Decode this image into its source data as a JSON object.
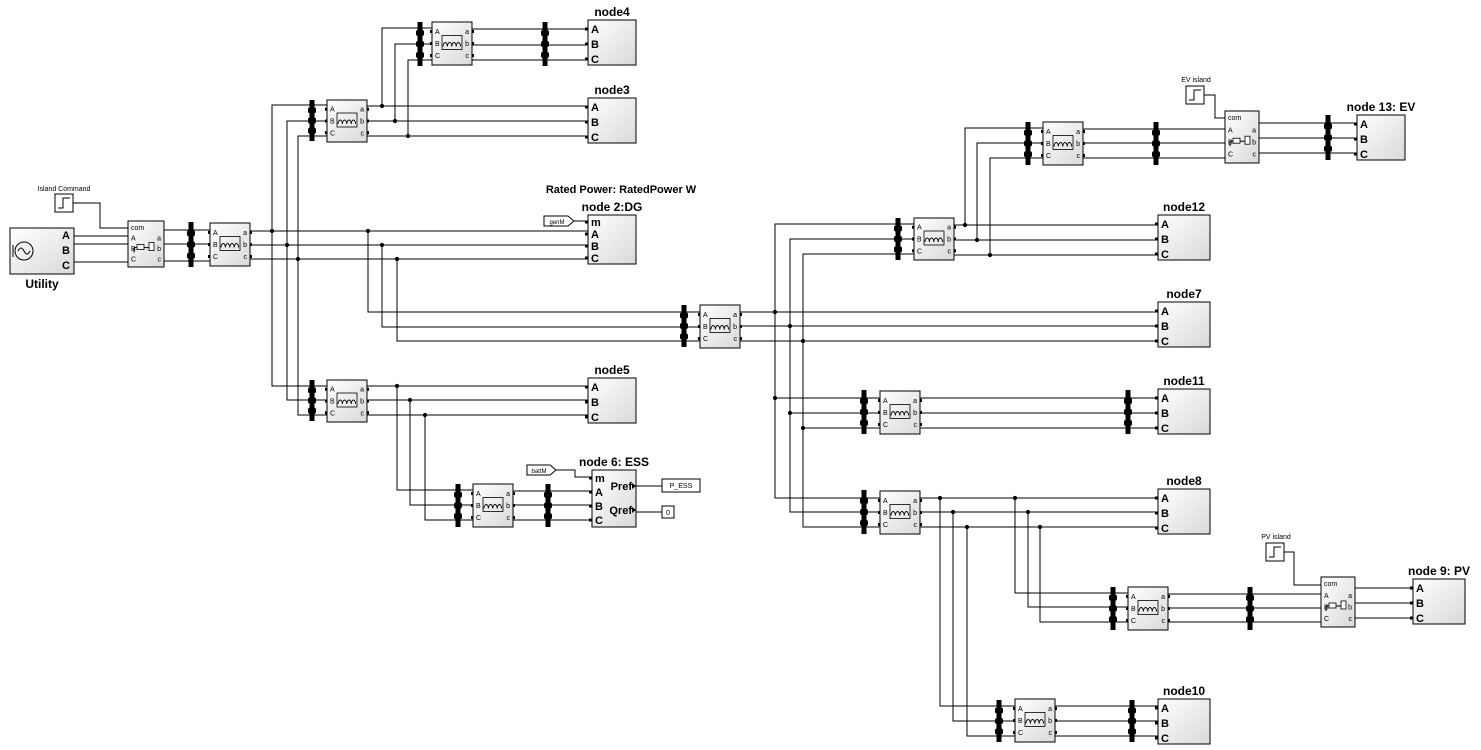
{
  "diagram": {
    "utility": {
      "title": "Utility",
      "ports": [
        "A",
        "B",
        "C"
      ]
    },
    "island_command": {
      "label": "Island Command"
    },
    "ev_island": {
      "label": "EV island"
    },
    "pv_island": {
      "label": "PV island"
    },
    "rated_power": "Rated Power: RatedPower W",
    "nodes": {
      "node4": {
        "title": "node4",
        "ports": [
          "A",
          "B",
          "C"
        ]
      },
      "node3": {
        "title": "node3",
        "ports": [
          "A",
          "B",
          "C"
        ]
      },
      "node2": {
        "title": "node 2:DG",
        "ports": [
          "m",
          "A",
          "B",
          "C"
        ]
      },
      "node5": {
        "title": "node5",
        "ports": [
          "A",
          "B",
          "C"
        ]
      },
      "node6": {
        "title": "node 6: ESS",
        "ports": [
          "m",
          "A",
          "B",
          "C"
        ],
        "right_ports": [
          "Pref",
          "Qref"
        ]
      },
      "node13": {
        "title": "node 13: EV",
        "ports": [
          "A",
          "B",
          "C"
        ]
      },
      "node12": {
        "title": "node12",
        "ports": [
          "A",
          "B",
          "C"
        ]
      },
      "node7": {
        "title": "node7",
        "ports": [
          "A",
          "B",
          "C"
        ]
      },
      "node11": {
        "title": "node11",
        "ports": [
          "A",
          "B",
          "C"
        ]
      },
      "node8": {
        "title": "node8",
        "ports": [
          "A",
          "B",
          "C"
        ]
      },
      "node9": {
        "title": "node 9: PV",
        "ports": [
          "A",
          "B",
          "C"
        ]
      },
      "node10": {
        "title": "node10",
        "ports": [
          "A",
          "B",
          "C"
        ]
      }
    },
    "tags": {
      "genM": "genM",
      "battM": "battM"
    },
    "constants": {
      "p_ess": "P_ESS",
      "zero": "0"
    },
    "breaker": {
      "com": "com",
      "in_ports": [
        "A",
        "B",
        "C"
      ],
      "out_ports": [
        "a",
        "b",
        "c"
      ]
    },
    "line_ports": {
      "in": [
        "A",
        "B",
        "C"
      ],
      "out": [
        "a",
        "b",
        "c"
      ]
    }
  }
}
